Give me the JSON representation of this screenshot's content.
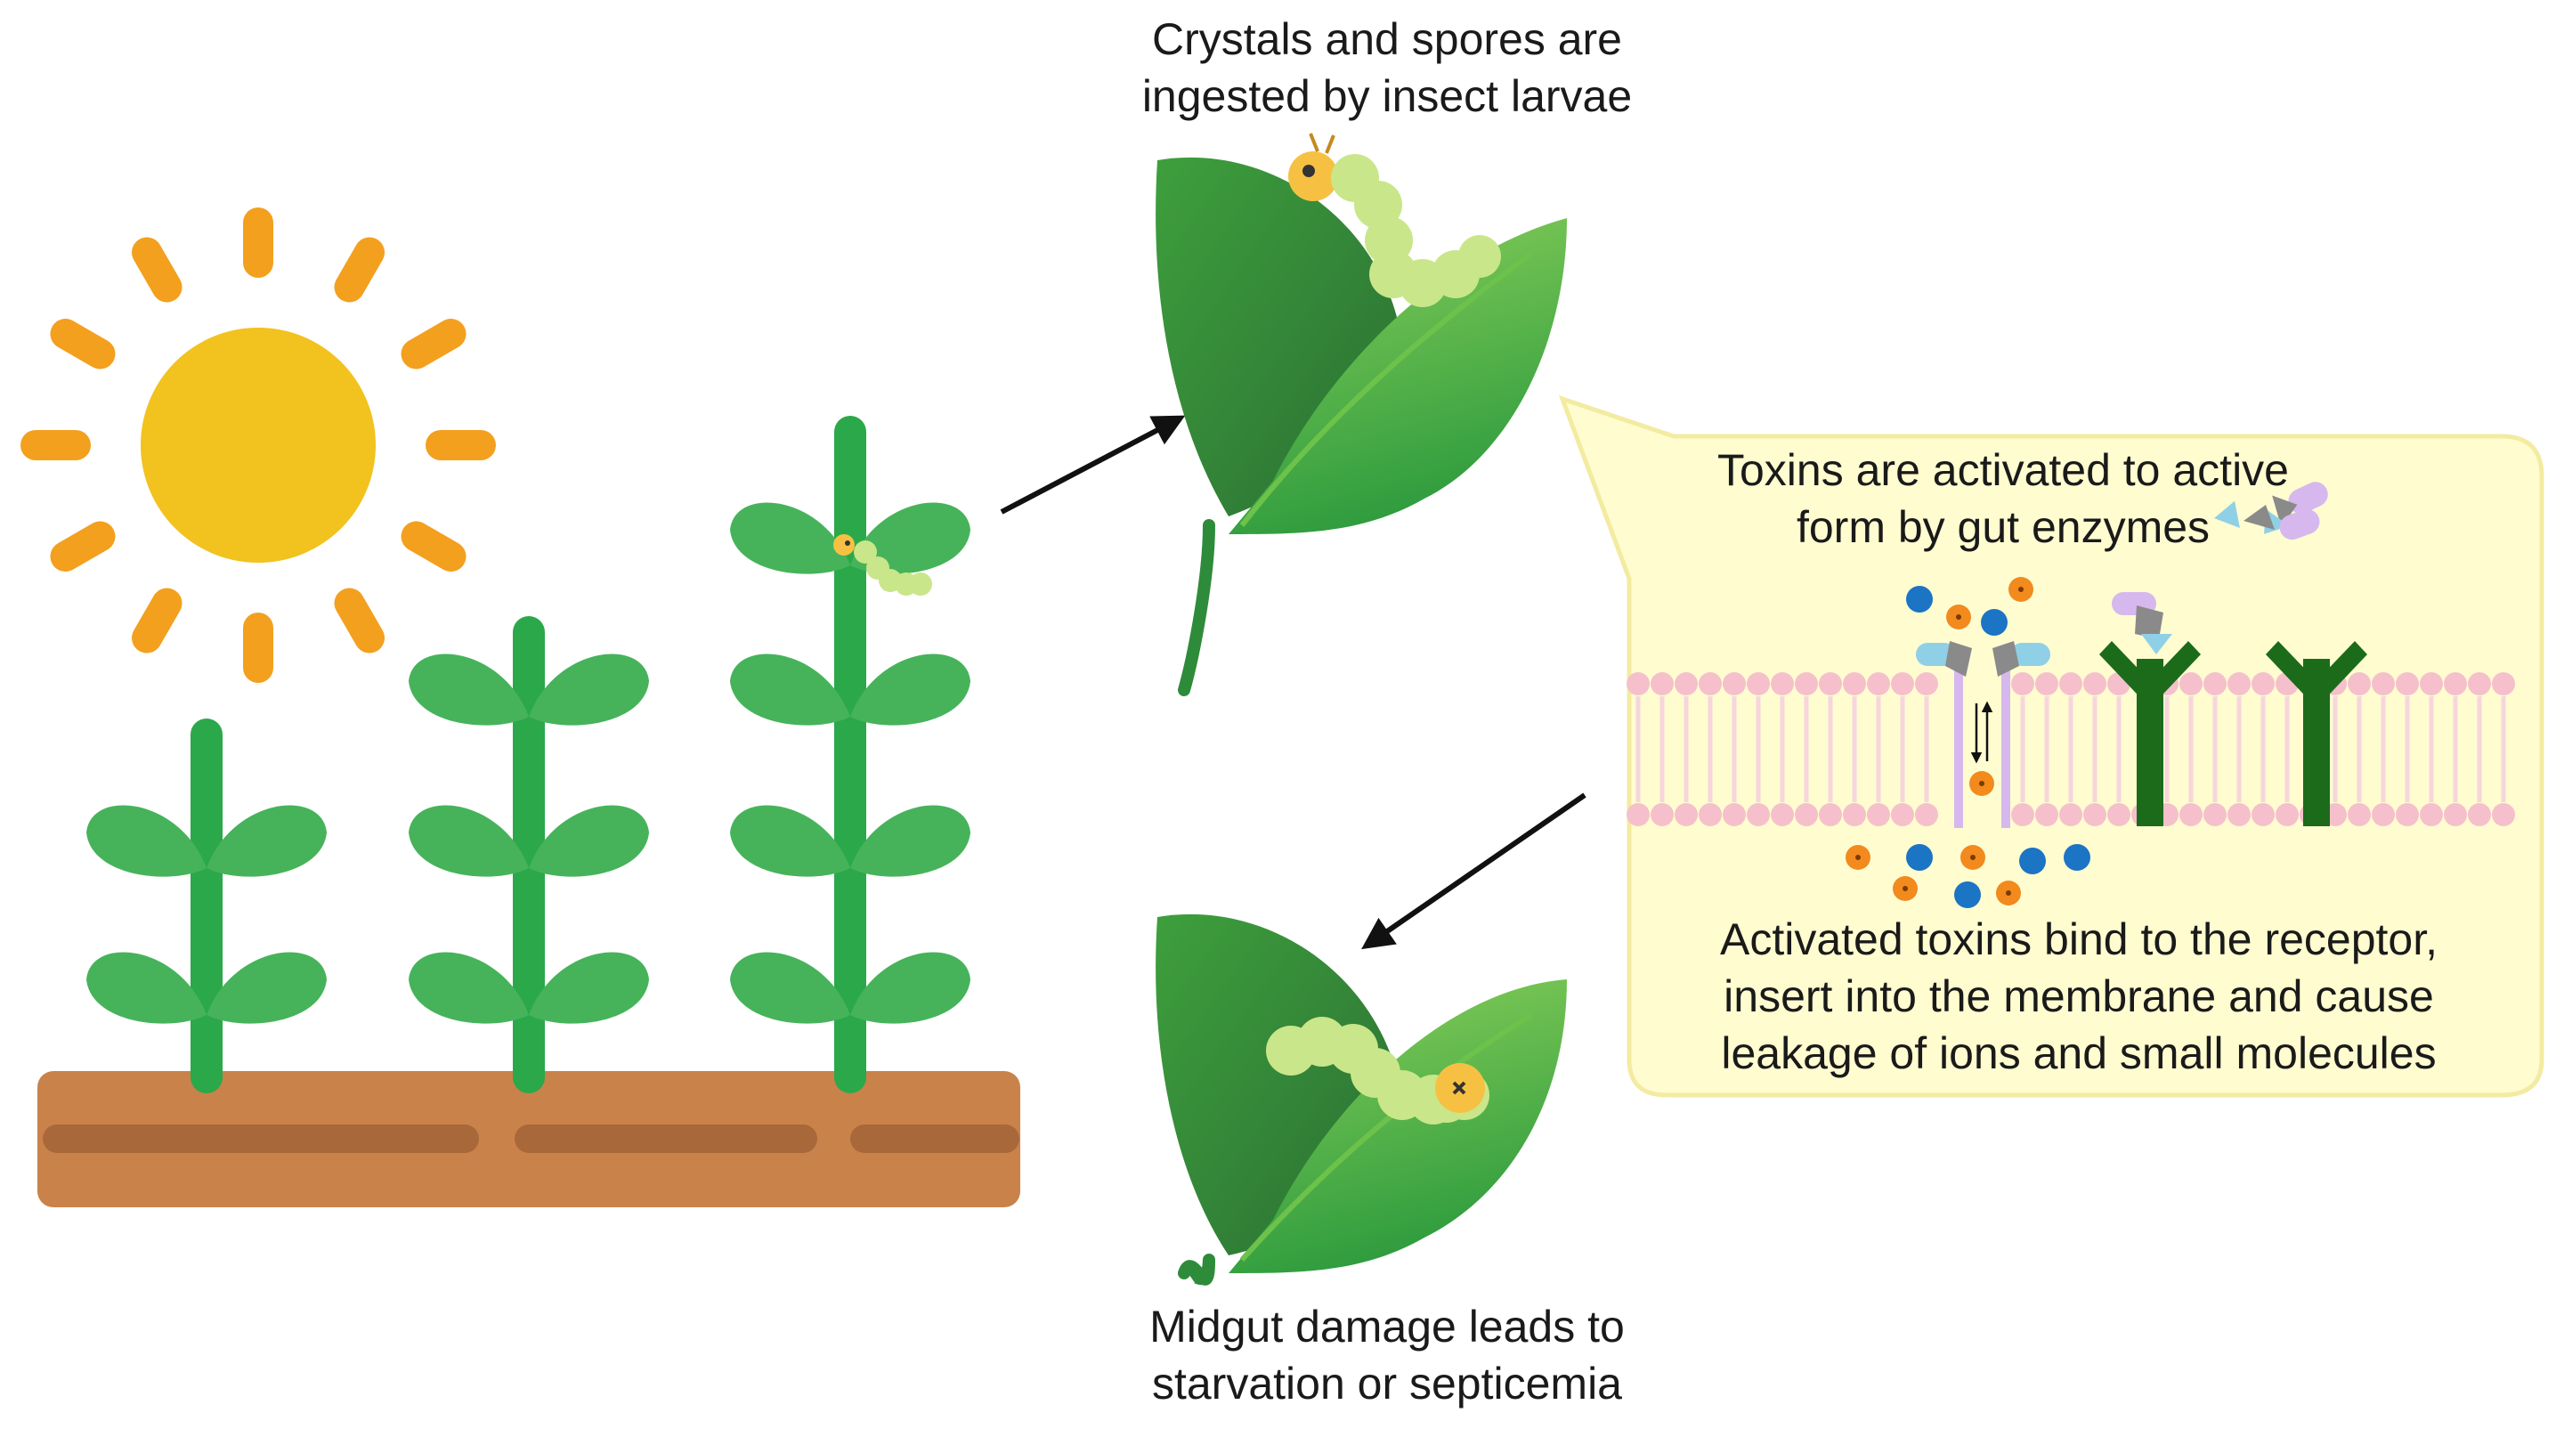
{
  "steps": {
    "ingestion": {
      "lines": [
        "Crystals and spores are",
        "ingested by insect larvae"
      ]
    },
    "activation": {
      "lines": [
        "Toxins are activated to active",
        "form by gut enzymes"
      ]
    },
    "binding": {
      "lines": [
        "Activated toxins bind to the receptor,",
        "insert into the membrane and cause",
        "leakage of ions and small molecules"
      ]
    },
    "damage": {
      "lines": [
        "Midgut damage leads to",
        "starvation or septicemia"
      ]
    }
  },
  "colors": {
    "sun": "#F2C21E",
    "sun_rays": "#F3A01F",
    "plant_stem": "#2BA84A",
    "plant_leaf": "#46B35A",
    "soil": "#C9824A",
    "soil_stripe": "#A8683A",
    "callout_bg": "#FFFCD0",
    "callout_border": "#F3EBA0",
    "membrane_head": "#F5C0CC",
    "membrane_tail": "#F6D6DC",
    "receptor": "#1B6B1B",
    "ion_orange": "#F28A1E",
    "ion_blue": "#1B74C4",
    "toxin_blue": "#8FD0E6",
    "toxin_purple": "#D6B8EE",
    "toxin_grey": "#8A8A8A",
    "larva": "#C9E68A",
    "larva_head": "#F6C142",
    "leaf_light": "#6CC24A",
    "leaf_dark": "#2E8B3A",
    "arrow": "#111111"
  }
}
